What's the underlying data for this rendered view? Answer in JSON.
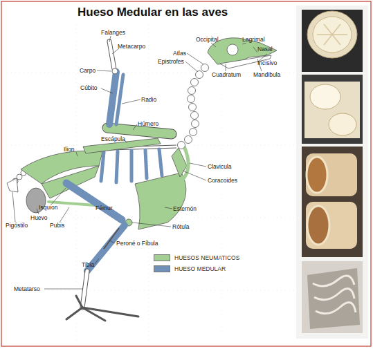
{
  "diagram": {
    "title": "Hueso Medular en las aves",
    "labels": [
      "Falanges",
      "Metacarpo",
      "Carpo",
      "Cúbito",
      "Radio",
      "Húmero",
      "Escápula",
      "Ilion",
      "Occipital",
      "Lagrimal",
      "Atlas",
      "Nasal",
      "Epistrofes",
      "Incisivo",
      "Cuadratum",
      "Mandibula",
      "Clavicula",
      "Coracoides",
      "Esternón",
      "Rótula",
      "Isquion",
      "Huevo",
      "Pubis",
      "Pigóstilo",
      "Fémur",
      "Peroné o Fíbula",
      "Tibia",
      "Metatarso"
    ],
    "legend": [
      {
        "text": "HUESOS NEUMATICOS",
        "color": "#a3cf92"
      },
      {
        "text": "HUESO MEDULAR",
        "color": "#6f90b8"
      }
    ]
  }
}
